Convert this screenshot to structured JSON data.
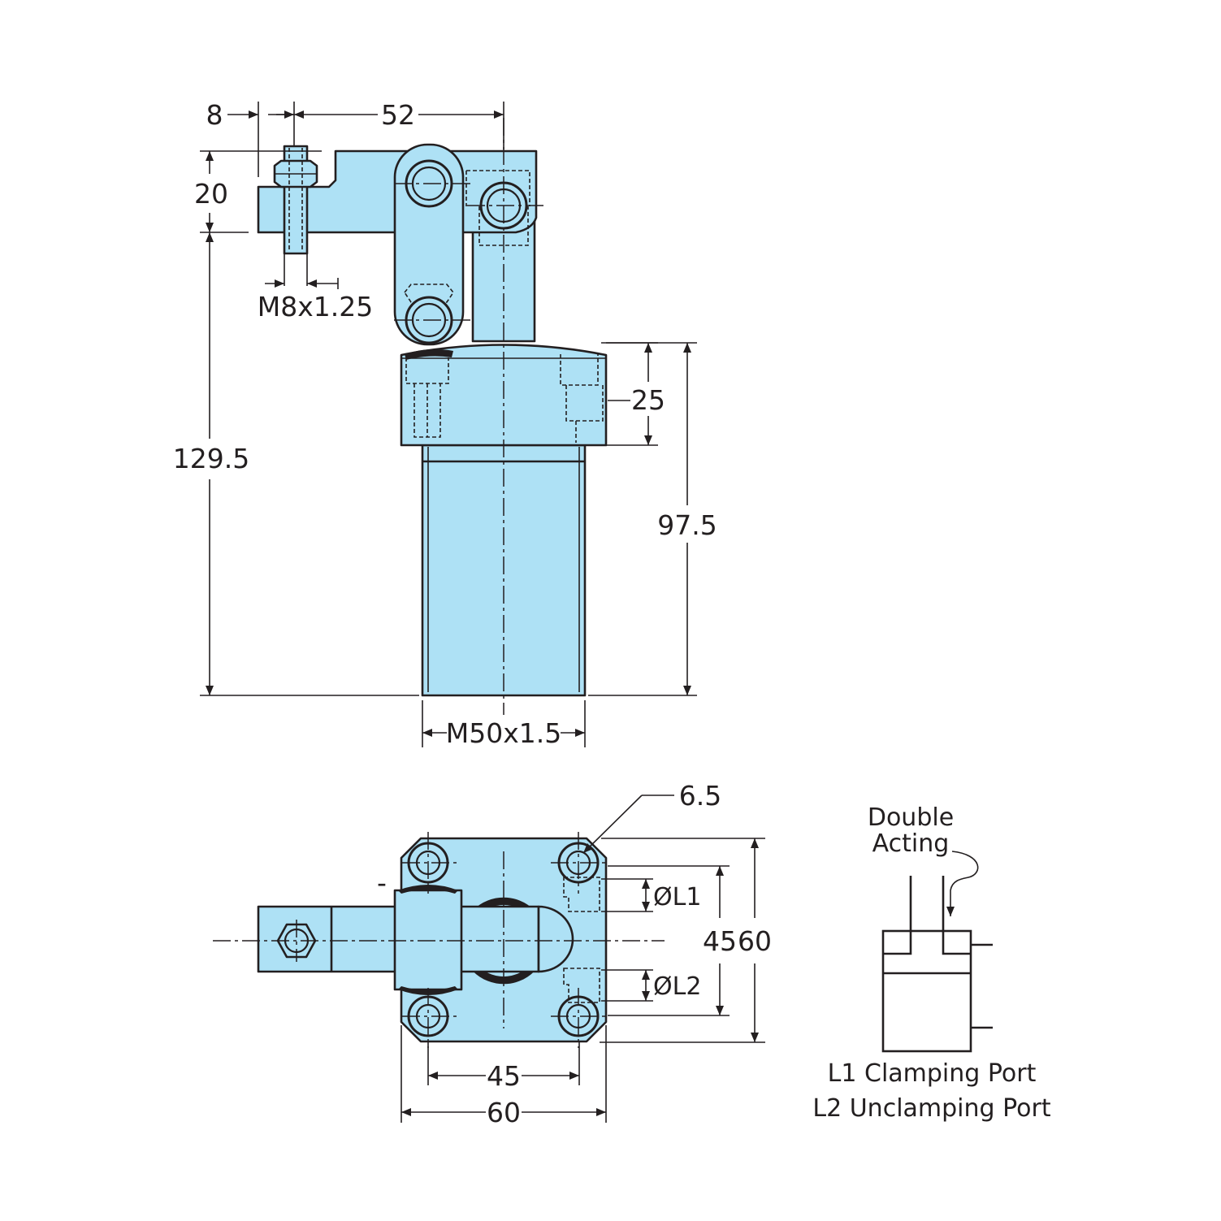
{
  "colors": {
    "body": "#aee1f5",
    "ink": "#231f20",
    "background": "#ffffff"
  },
  "front_view": {
    "dim_8": "8",
    "dim_52": "52",
    "dim_20": "20",
    "dim_129_5": "129.5",
    "dim_thread_small": "M8x1.25",
    "dim_25": "25",
    "dim_97_5": "97.5",
    "dim_thread_body": "M50x1.5"
  },
  "top_view": {
    "dim_hole": "6.5",
    "dim_port_l1": "ØL1",
    "dim_port_l2": "ØL2",
    "dim_45_vertical": "45",
    "dim_60_vertical": "60",
    "dim_45_horizontal": "45",
    "dim_60_horizontal": "60",
    "tick_mark": "-"
  },
  "schematic": {
    "title_line1": "Double",
    "title_line2": "Acting",
    "legend_l1": "L1 Clamping Port",
    "legend_l2": "L2 Unclamping Port"
  }
}
